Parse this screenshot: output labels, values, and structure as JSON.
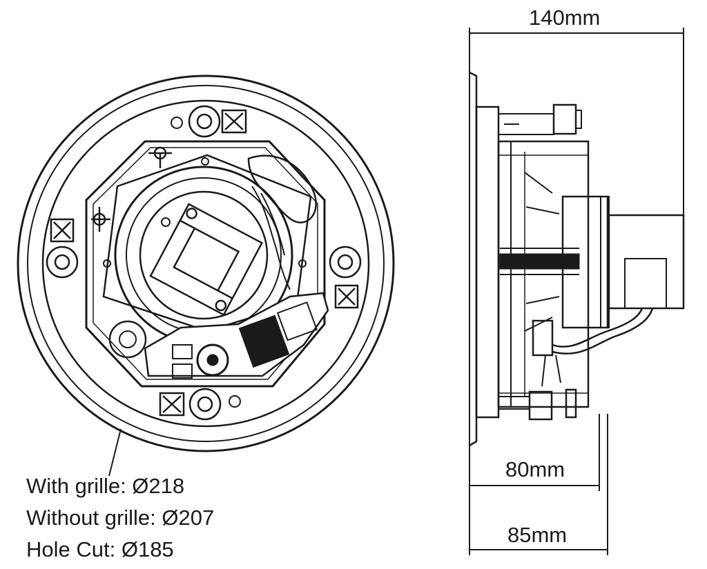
{
  "dimensions": {
    "overall_depth": "140mm",
    "body_width": "80mm",
    "flange_width": "85mm"
  },
  "specs": {
    "with_grille": "With grille: Ø218",
    "without_grille": "Without grille: Ø207",
    "hole_cut": "Hole Cut: Ø185"
  },
  "colors": {
    "ink": "#1a1a1a",
    "background": "#ffffff"
  }
}
